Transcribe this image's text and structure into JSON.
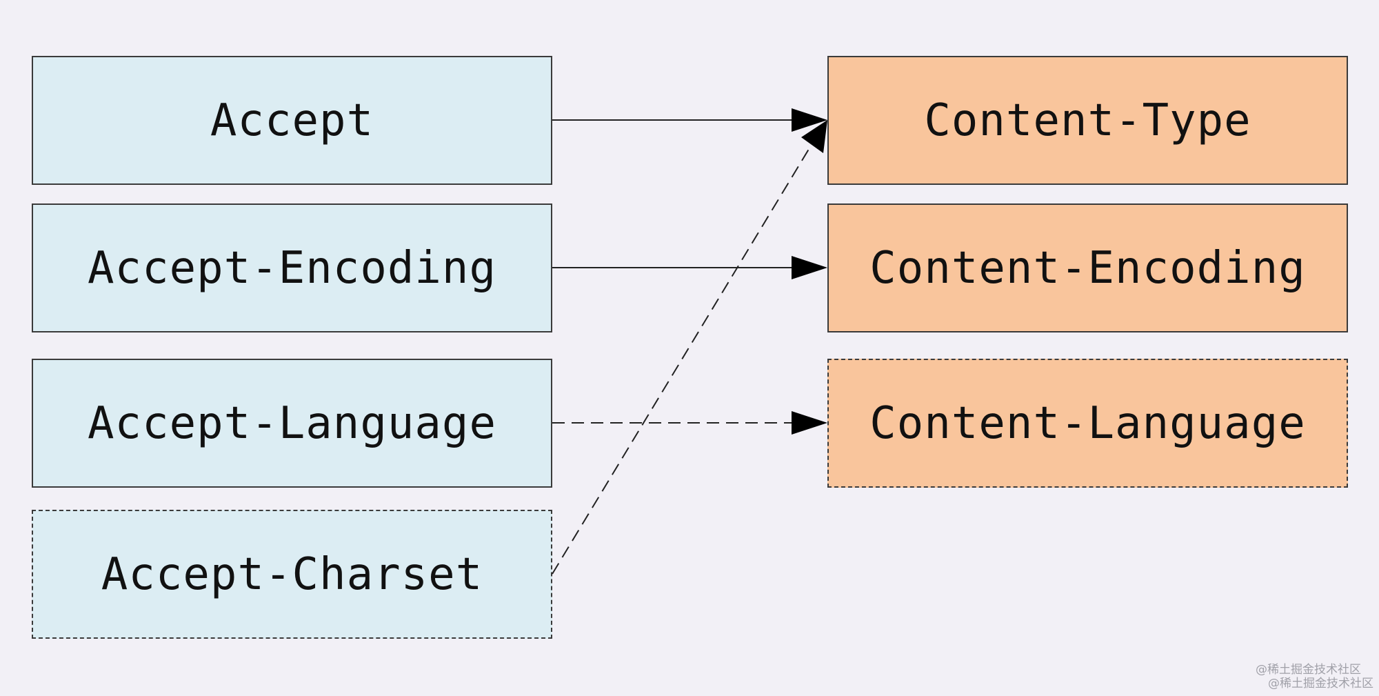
{
  "request_headers": [
    {
      "label": "Accept",
      "style": "solid"
    },
    {
      "label": "Accept-Encoding",
      "style": "solid"
    },
    {
      "label": "Accept-Language",
      "style": "solid"
    },
    {
      "label": "Accept-Charset",
      "style": "dashed"
    }
  ],
  "response_headers": [
    {
      "label": "Content-Type",
      "style": "solid"
    },
    {
      "label": "Content-Encoding",
      "style": "solid"
    },
    {
      "label": "Content-Language",
      "style": "dashed"
    }
  ],
  "connections": [
    {
      "from": "Accept",
      "to": "Content-Type",
      "style": "solid"
    },
    {
      "from": "Accept-Encoding",
      "to": "Content-Encoding",
      "style": "solid"
    },
    {
      "from": "Accept-Language",
      "to": "Content-Language",
      "style": "dashed"
    },
    {
      "from": "Accept-Charset",
      "to": "Content-Type",
      "style": "dashed"
    }
  ],
  "colors": {
    "background": "#f2f0f6",
    "request_fill": "#dcedf3",
    "response_fill": "#f9c59c",
    "stroke": "#3a3a3a"
  },
  "watermark": {
    "line1": "@稀土掘金技术社区",
    "line2": "@稀土掘金技术社区"
  }
}
